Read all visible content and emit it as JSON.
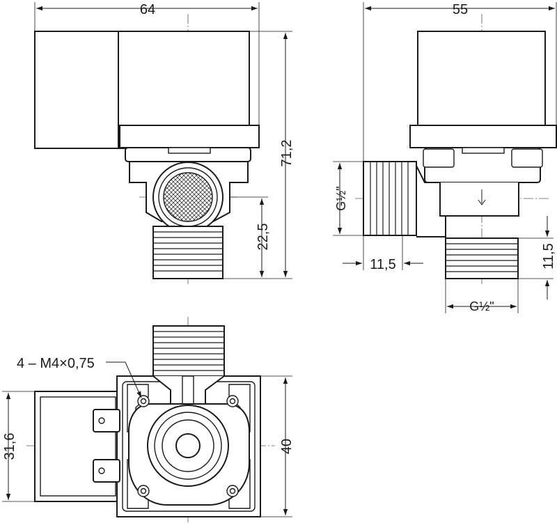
{
  "dimensions": {
    "front_width": "64",
    "side_width": "55",
    "front_height": "71,2",
    "front_outlet": "22,5",
    "side_inlet_thread": "G½\"",
    "side_inlet_length": "11,5",
    "side_outlet_length": "11,5",
    "side_outlet_thread": "G½\"",
    "bottom_holes": "4 – M4×0,75",
    "bottom_width": "31,6",
    "bottom_depth": "40"
  },
  "colors": {
    "line": "#1a1a1a",
    "background": "#ffffff"
  }
}
